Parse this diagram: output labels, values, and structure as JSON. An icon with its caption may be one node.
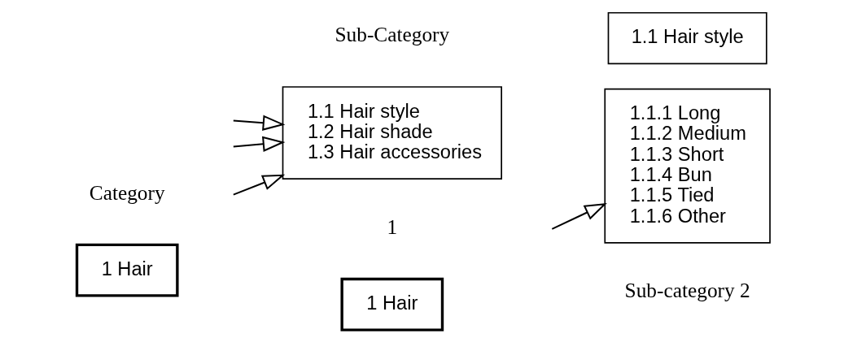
{
  "diagram": {
    "nodes": [
      {
        "text": [
          "1 Hair"
        ]
      },
      {
        "text": [
          "1 Hair"
        ]
      },
      {
        "text": [
          "1.1 Hair style",
          "1.2 Hair shade",
          "1.3 Hair accessories"
        ]
      },
      {
        "text": [
          "1.1 Hair style"
        ]
      },
      {
        "text": [
          "1.1.1 Long",
          "1.1.2 Medium",
          "1.1.3 Short",
          "1.1.4 Bun",
          "1.1.5 Tied",
          "1.1.6 Other"
        ]
      }
    ],
    "edges": [
      {
        "from": null,
        "to": 2,
        "arrow": "to"
      },
      {
        "from": null,
        "to": 2,
        "arrow": "to"
      },
      {
        "from": null,
        "to": 2,
        "arrow": "to"
      },
      {
        "from": null,
        "to": 4,
        "arrow": "to"
      }
    ],
    "labels": [
      "Category",
      "Sub-Category",
      "1",
      "Sub-category 2"
    ]
  }
}
